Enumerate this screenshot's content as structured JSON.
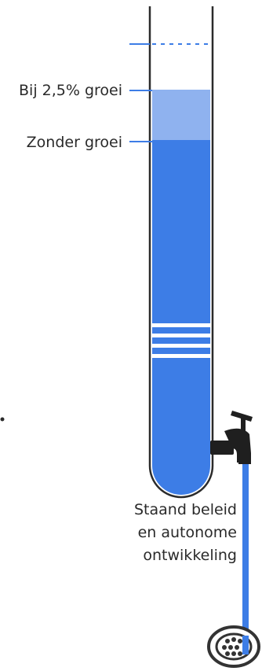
{
  "labels": {
    "growth": "Bij 2,5% groei",
    "no_growth": "Zonder groei"
  },
  "caption": {
    "line1": "Staand beleid",
    "line2": "en autonome",
    "line3": "ontwikkeling"
  },
  "colors": {
    "water": "#3d7de6",
    "water_light": "#8fb2ef",
    "marker_line": "#3d7de6",
    "tube_outline": "#2b2b2b",
    "tap": "#1f1f1f",
    "drain": "#333333"
  },
  "icons": {
    "tap": "water-tap-icon",
    "drain": "drain-icon"
  }
}
